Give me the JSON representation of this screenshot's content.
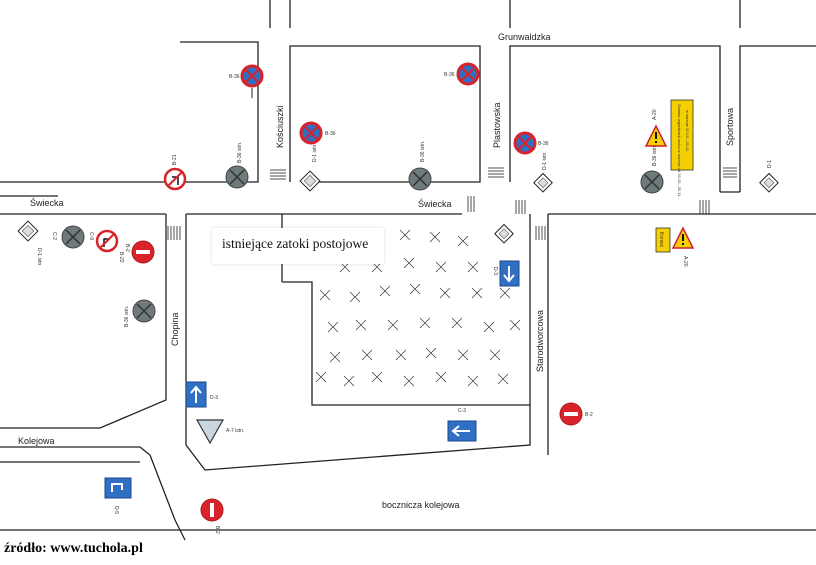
{
  "streets": {
    "grunwaldzka": "Grunwaldzka",
    "kosciuszki": "Kościuszki",
    "plastowska": "Plastowska",
    "sportowa": "Sportowa",
    "swiecka_west": "Świecka",
    "swiecka_center": "Świecka",
    "chopina": "Chopina",
    "starodworcowa": "Starodworcowa",
    "kolejowa": "Kolejowa",
    "bocznica": "bocznicza kolejowa"
  },
  "note": "istniejące zatoki postojowe",
  "source": "źródło: www.tuchola.pl",
  "sign_codes": {
    "b36_a": "B-36",
    "b36_b": "B-36",
    "b36_c": "B-36",
    "b36_d": "B-36",
    "b36_istn_a": "B-36 istn.",
    "b36_istn_b": "B-36 istn.",
    "b36_istn_c": "B-36 istn.",
    "b36_istn_d": "B-36 istn.",
    "b21": "B-21",
    "b22": "B-22",
    "b2_a": "B-2",
    "b2_b": "B-2",
    "b2_c": "B-2",
    "d1_a": "D-1 istn.",
    "d1_b": "D-1 istn.",
    "d1_c": "D-1 istn.",
    "d1_d": "D-1",
    "d1_e": "D-1 istn.",
    "c2": "C-2",
    "c3": "C-3",
    "c9": "C-9",
    "d3_a": "D-3",
    "d3_b": "D-3",
    "a7": "A-7 istn.",
    "a20_a": "A-20",
    "a20_b": "A-20",
    "d5": "D-5"
  },
  "sign_texts": {
    "notice": "Zmiana organizacji ruchu w okresie od 20.10.–20.11.",
    "notice_short": "w okresie 20.10.–20.11.",
    "detour": "Koniec"
  },
  "colors": {
    "red": "#d8232a",
    "blue": "#2f6fc4",
    "yellow": "#f5d000",
    "grey": "#6f7a7d",
    "line": "#222222"
  }
}
